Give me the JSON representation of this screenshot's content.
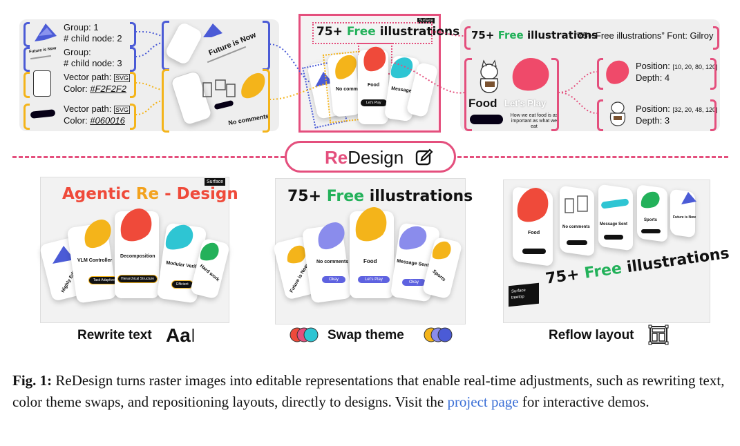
{
  "colors": {
    "pink": "#e44f7d",
    "blue": "#4b5bd6",
    "yellow": "#f4b41a",
    "green": "#23b15a",
    "red": "#ef4a3a",
    "swatch_warm": [
      "#ef4a3a",
      "#e44f7d",
      "#2ec5d3"
    ],
    "swatch_cool": [
      "#f4b41a",
      "#7b7fe6",
      "#4b5bd6"
    ]
  },
  "top_left": {
    "group1": {
      "line1": "Group: 1",
      "line2": "# child node: 2"
    },
    "group2": {
      "line1": "Group:",
      "line2": "# child node: 3"
    },
    "vec1": {
      "line1": "Vector path:",
      "color_label": "Color: ",
      "color_value": "#F2F2F2"
    },
    "vec2": {
      "line1": "Vector path:",
      "color_label": "Color: ",
      "color_value": "#060016"
    },
    "future_text": "Future is Now",
    "future_tiny": "Future is Now",
    "no_comments": "No comments"
  },
  "top_center": {
    "title_num": "75+",
    "title_free": "Free",
    "title_rest": "illustrations",
    "badge": "Surface",
    "card_labels": [
      "No comments",
      "Food",
      "Message Sent"
    ],
    "button_label": "Let's Play"
  },
  "top_right": {
    "title_num": "75+",
    "title_free": "Free",
    "title_rest": "illustrations",
    "font_info": "“75+ Free illustrations”  Font: Gilroy",
    "food": "Food",
    "lets_play": "Let's Play",
    "tagline": "How we eat food is as important as what we eat",
    "node1": {
      "pos_label": "Position: ",
      "pos_value": "[10, 20, 80, 120]",
      "depth": "Depth: 4"
    },
    "node2": {
      "pos_label": "Position: ",
      "pos_value": "[32, 20, 48, 120]",
      "depth": "Depth: 3"
    }
  },
  "divider": {
    "re": "Re",
    "design": "Design"
  },
  "panel1": {
    "title_a": "Agentic",
    "title_b": "Re",
    "title_c": "- Design",
    "badge": "Surface",
    "cards": [
      "Highly Editable",
      "VLM Controller",
      "Decomposition",
      "Modular Verification",
      "Hard work"
    ],
    "buttons": [
      "Task Adaptive",
      "Hierarchical Structure",
      "Efficient"
    ],
    "caption": "Rewrite text",
    "icon_text": "Aa"
  },
  "panel2": {
    "title_num": "75+",
    "title_free": "Free",
    "title_rest": "illustrations",
    "cards": [
      "Future is Now",
      "No comments",
      "Food",
      "Message Sent",
      "Sports"
    ],
    "buttons": [
      "Okay",
      "Let's Play",
      "Okay"
    ],
    "caption": "Swap theme"
  },
  "panel3": {
    "title_num": "75+",
    "title_free": "Free",
    "title_rest": "illustrations",
    "badge_a": "Surface",
    "badge_b": "treetop",
    "cards": [
      "Food",
      "No comments",
      "Message Sent",
      "Sports",
      "Future is Now"
    ],
    "caption": "Reflow layout"
  },
  "caption": {
    "label": "Fig. 1:",
    "text_a": " ReDesign turns raster images into editable representations that enable real-time adjustments, such as rewriting text, color theme swaps, and repositioning layouts, directly to designs. Visit the ",
    "link": "project page",
    "text_b": " for interactive demos."
  }
}
